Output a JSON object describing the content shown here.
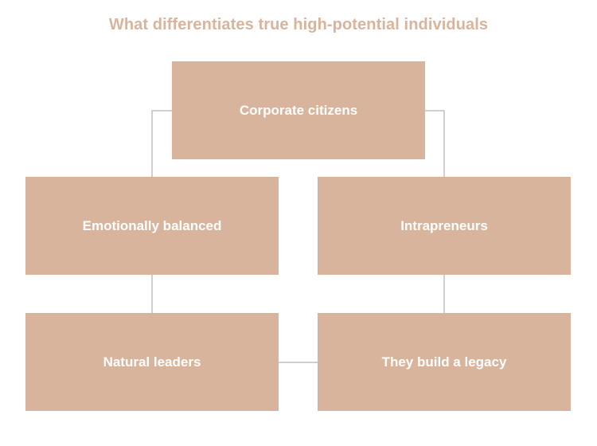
{
  "title": "What differentiates true high-potential individuals",
  "colors": {
    "box_fill": "#d8b49c",
    "title_text": "#d8b49c",
    "box_text": "#ffffff",
    "connector": "#bfbfbf"
  },
  "nodes": {
    "top": "Corporate citizens",
    "middle_left": "Emotionally balanced",
    "middle_right": "Intrapreneurs",
    "bottom_left": "Natural leaders",
    "bottom_right": "They build a legacy"
  }
}
